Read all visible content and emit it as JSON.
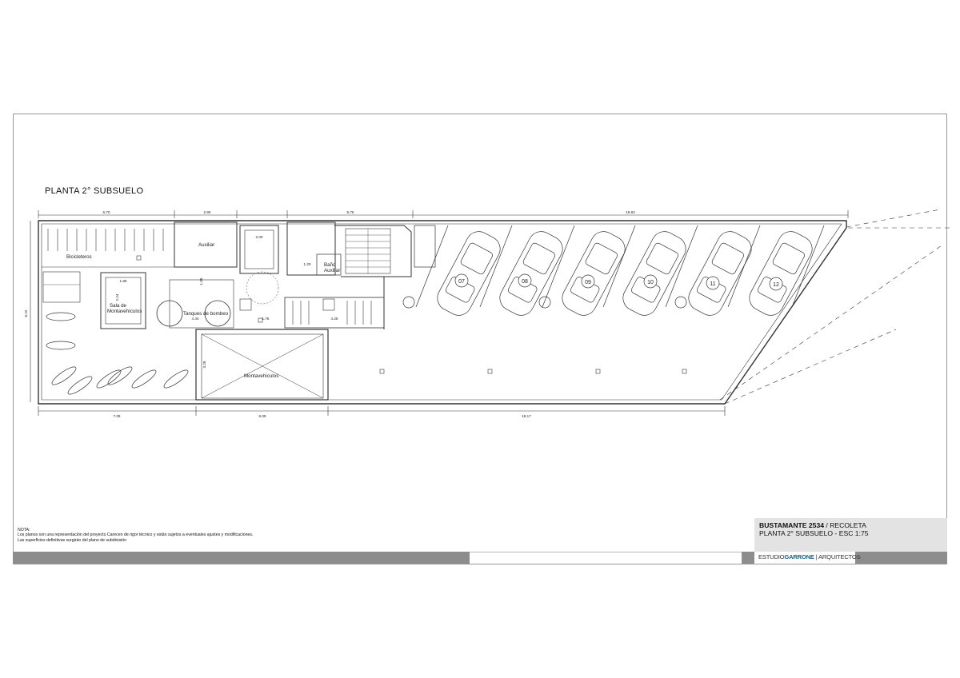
{
  "plan": {
    "title": "PLANTA 2° SUBSUELO",
    "rooms": {
      "bicicleteros": "Bicicleteros",
      "auxiliar": "Auxiliar",
      "sala_line1": "Sala de",
      "sala_line2": "Montavehículos",
      "tanques": "Tanques de bombeo",
      "bano_line1": "Baño",
      "bano_line2": "Auxiliar",
      "montavehiculos": "Montavehículos"
    },
    "dimensions": {
      "top_1": "6.70",
      "top_2": "2.90",
      "top_3": "5.76",
      "top_4": "19.92",
      "bottom_1": "7.09",
      "bottom_2": "6.09",
      "bottom_3": "18.17",
      "left": "6.22",
      "d_185": "1.85",
      "d_224": "2.24",
      "d_444": "4.44",
      "d_176": "1.76",
      "d_425": "4.25",
      "d_328": "3.28",
      "d_200": "2.00",
      "d_106": "1.06",
      "d_120": "1.20"
    },
    "car_spaces": [
      "07",
      "08",
      "09",
      "10",
      "11",
      "12"
    ]
  },
  "note": {
    "heading": "NOTA:",
    "line1": "Los planos son una representación del proyecto Carecen de rigor técnico y están sujetos a eventuales ajustes y modificaciones.",
    "line2": "Las superficies definitivas surgirán del plano de subdivisión"
  },
  "titleblock": {
    "project_name": "BUSTAMANTE 2534",
    "project_location": " / RECOLETA",
    "sheet": "PLANTA 2° SUBSUELO - ESC 1:75",
    "logo_studio": "ESTUDIO",
    "logo_garrone": "GARRONE",
    "logo_sep": " | ",
    "logo_arq": "ARQUITECTOS"
  },
  "colors": {
    "band": "#8d8d8d",
    "titleblock_bg": "#e3e3e3",
    "logo_accent": "#1f5f86"
  }
}
